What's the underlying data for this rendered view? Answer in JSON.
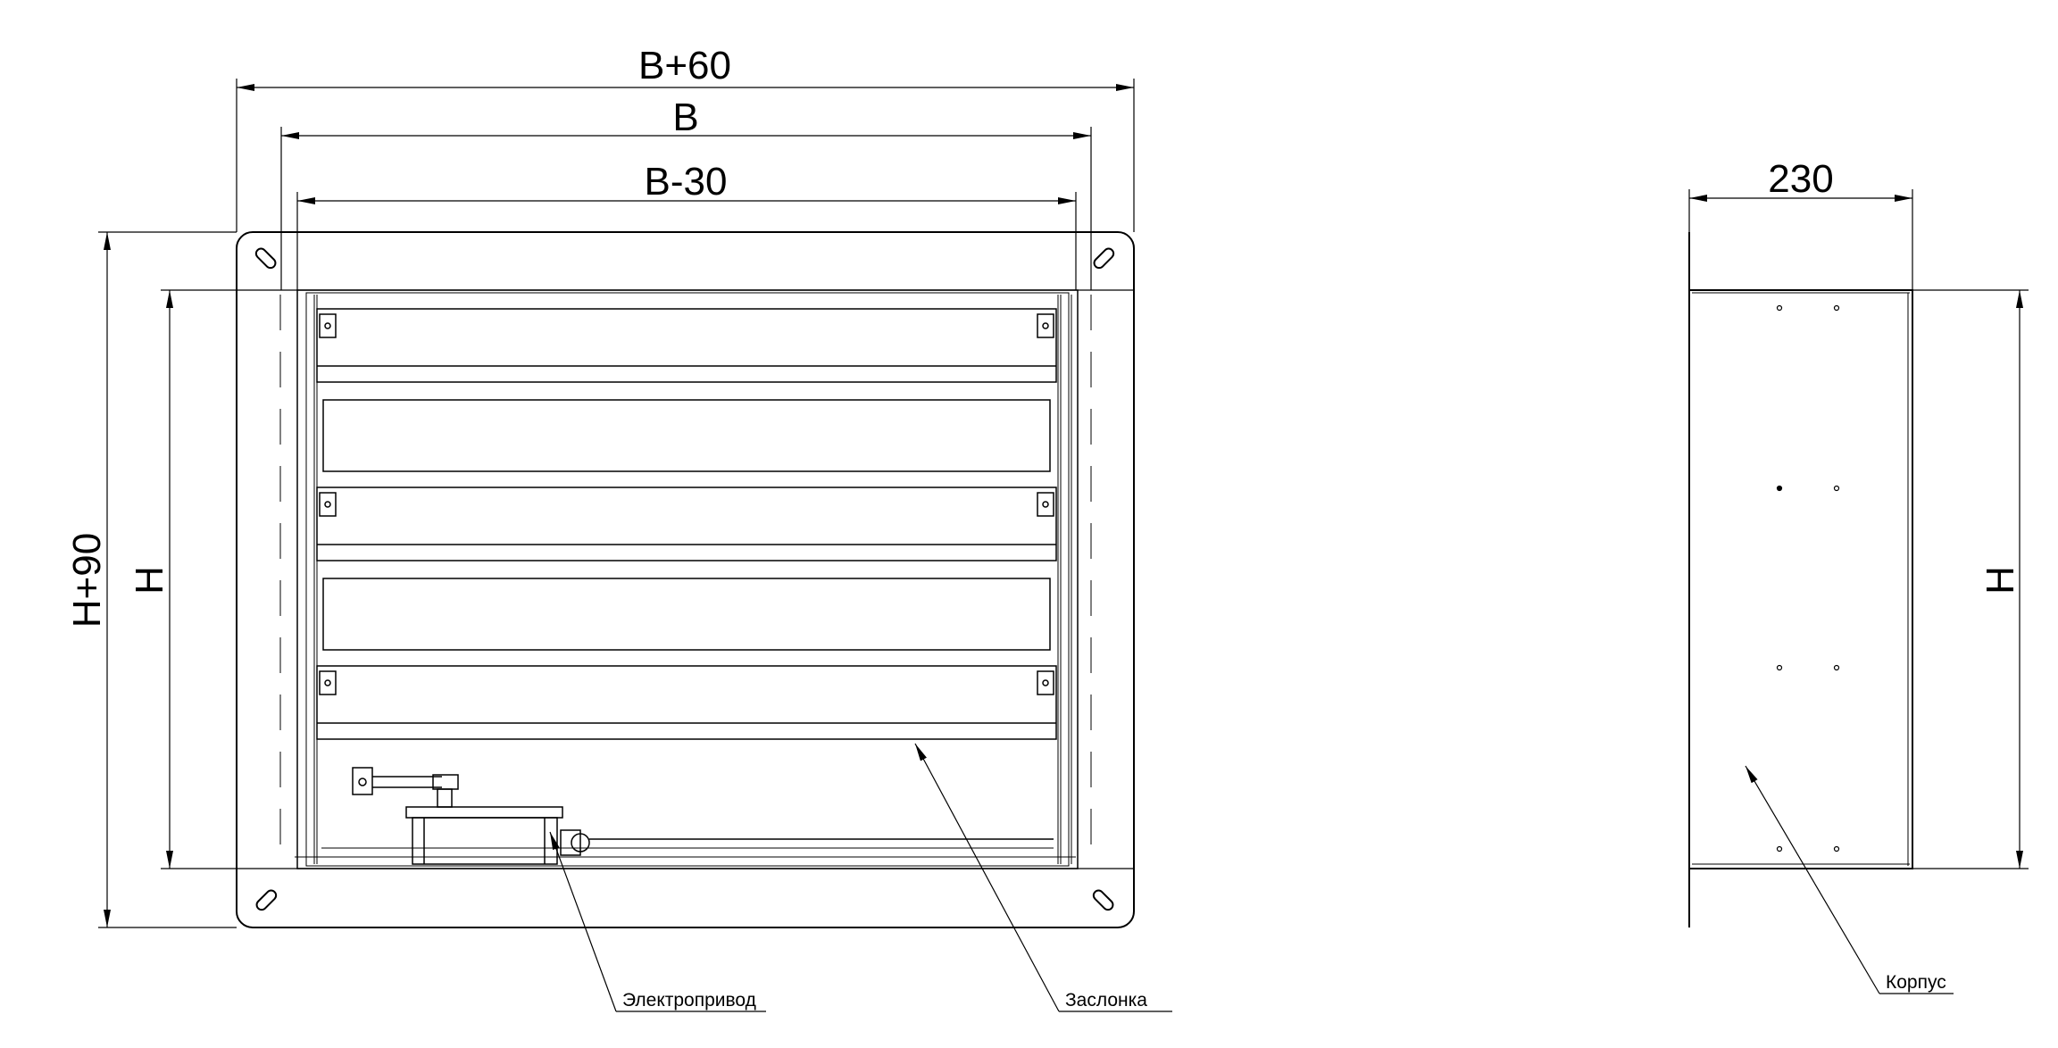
{
  "dimensions": {
    "width_flange": "B+60",
    "width_body": "B",
    "width_inner": "B-30",
    "height_flange": "H+90",
    "height_body": "H",
    "depth": "230",
    "height_side": "H"
  },
  "labels": {
    "actuator": "Электропривод",
    "damper": "Заслонка",
    "housing": "Корпус"
  },
  "colors": {
    "line": "#000000",
    "background": "#ffffff"
  }
}
